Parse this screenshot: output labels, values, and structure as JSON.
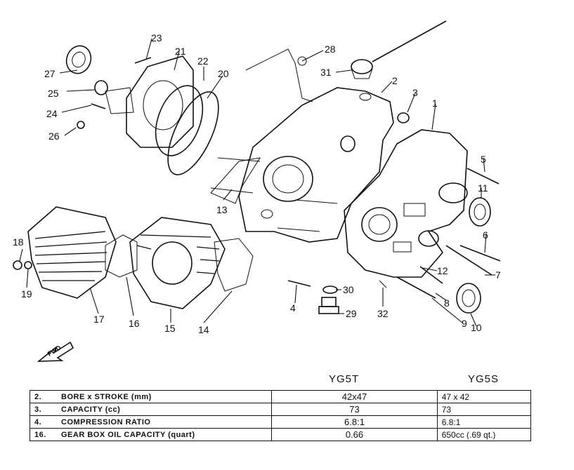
{
  "callouts": [
    "1",
    "2",
    "3",
    "4",
    "5",
    "6",
    "7",
    "8",
    "9",
    "10",
    "11",
    "12",
    "13",
    "14",
    "15",
    "16",
    "17",
    "18",
    "19",
    "20",
    "21",
    "22",
    "23",
    "24",
    "25",
    "26",
    "27",
    "28",
    "29",
    "30",
    "31",
    "32"
  ],
  "fwd_label": "FWD",
  "columns": {
    "col1": "YG5T",
    "col2": "YG5S"
  },
  "specs": [
    {
      "num": "2.",
      "label": "BORE x STROKE (mm)",
      "yg5t": "42x47",
      "yg5s": "47 x 42"
    },
    {
      "num": "3.",
      "label": "CAPACITY (cc)",
      "yg5t": "73",
      "yg5s": "73"
    },
    {
      "num": "4.",
      "label": "COMPRESSION RATIO",
      "yg5t": "6.8:1",
      "yg5s": "6.8:1"
    },
    {
      "num": "16.",
      "label": "GEAR BOX OIL CAPACITY (quart)",
      "yg5t": "0.66",
      "yg5s": "650cc (.69 qt.)"
    }
  ]
}
